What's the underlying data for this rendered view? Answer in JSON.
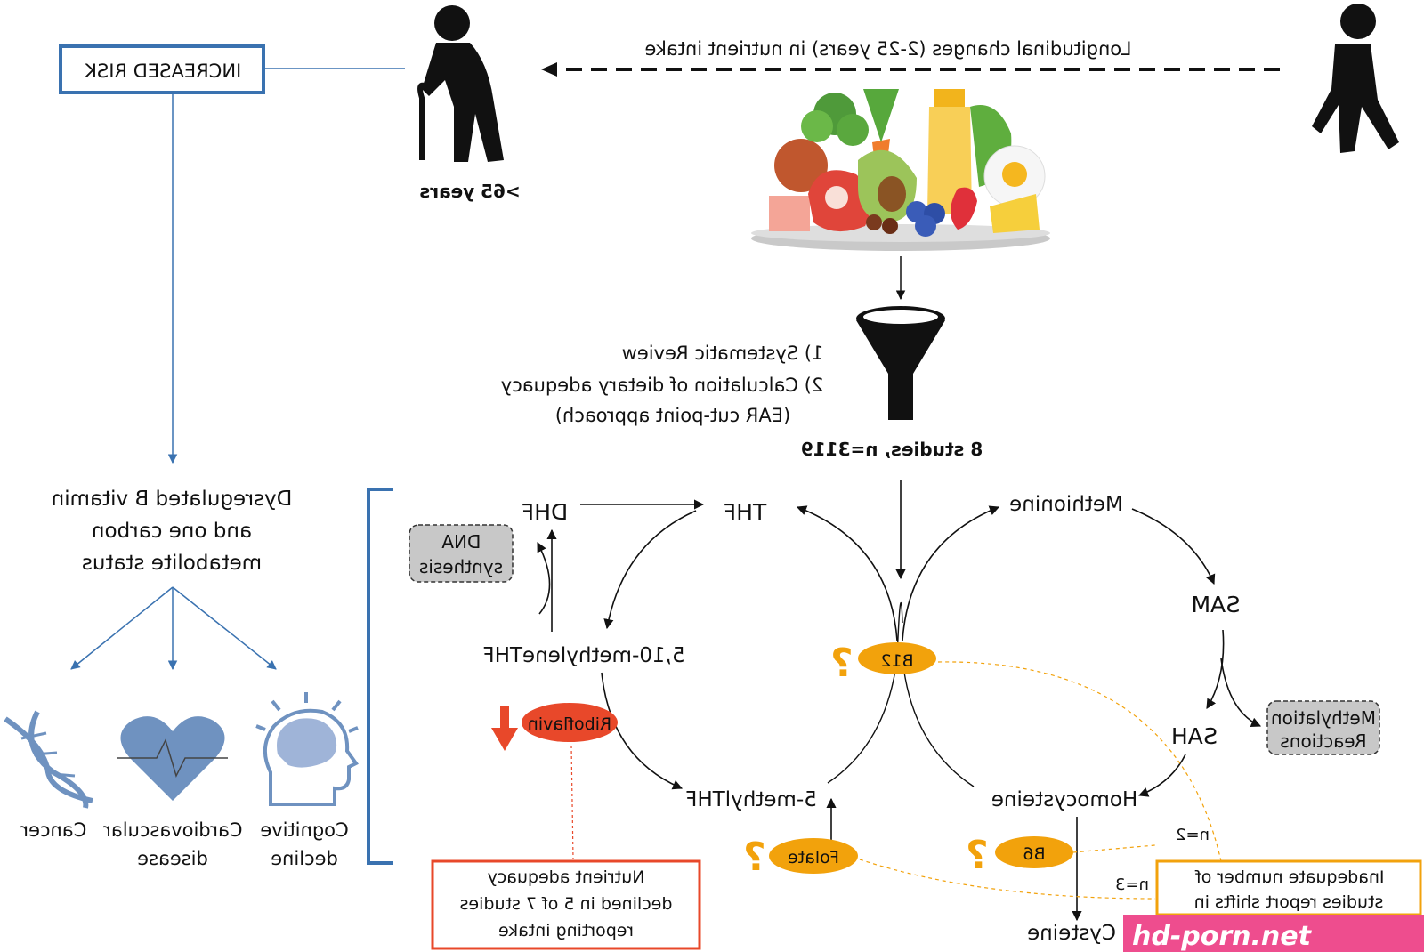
{
  "header": {
    "longitudinal": "Longitudinal changes (2-25 years) in nutrient intake",
    "age": ">65 years",
    "increased_risk": "INCREASED RISK"
  },
  "methods": {
    "item1": "1)   Systematic Review",
    "item2": "2)   Calculation of dietary adequacy",
    "item2b": "(EAR cut-point approach)",
    "studies": "8 studies, n=3119"
  },
  "status": {
    "line1": "Dysregulated B vitamin",
    "line2": "and one carbon",
    "line3": "metabolite status"
  },
  "outcomes": {
    "cancer": "Cancer",
    "cardio1": "Cardiovascular",
    "cardio2": "disease",
    "cog1": "Cognitive",
    "cog2": "decline"
  },
  "pathway": {
    "dhf": "DHF",
    "thf": "THF",
    "methionine": "Methionine",
    "dna1": "DNA",
    "dna2": "synthesis",
    "sam": "SAM",
    "methylene": "5,10-methyleneTHF",
    "sah": "SAH",
    "methylation1": "Methylation",
    "methylation2": "Reactions",
    "methylthf": "5-methylTHF",
    "homocysteine": "Homocysteine",
    "cysteine": "Cysteine"
  },
  "nutrients": {
    "b12": "B12",
    "riboflavin": "Riboflavin",
    "folate": "Folate",
    "b6": "B6",
    "question": "?"
  },
  "notes": {
    "adequacy1": "Nutrient adequacy",
    "adequacy2": "declined in 5 of 7 studies",
    "adequacy3": "reporting intake",
    "inadequate1": "Inadequate number of",
    "inadequate2": "studies report shifts in",
    "n2": "n=2",
    "n3": "n=3"
  },
  "watermark": "hd-porn.net",
  "colors": {
    "blue": "#3a72b0",
    "orange": "#f2a20c",
    "red": "#e8482a",
    "grey_box": "#c8c8c8",
    "icon_blue": "#6f92c0",
    "pink": "#ee4d8e"
  }
}
